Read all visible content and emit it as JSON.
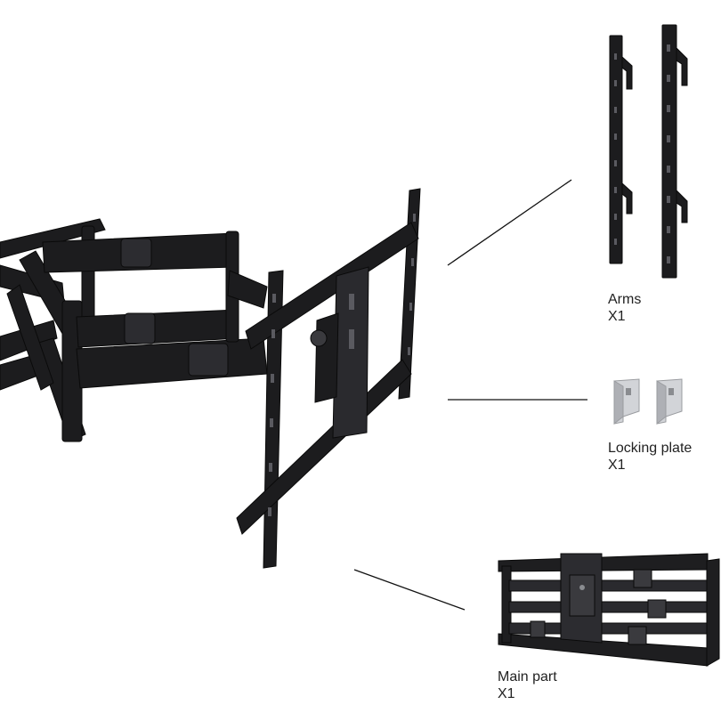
{
  "colors": {
    "background": "#ffffff",
    "metal": "#1c1c1e",
    "metal_light": "#3a3a3e",
    "leader_line": "#111111",
    "plate": "#c9cbcf",
    "label_text": "#222222"
  },
  "parts": [
    {
      "id": "arms",
      "name": "Arms",
      "quantity": "X1",
      "icon": "vertical-rail-icon"
    },
    {
      "id": "locking_plate",
      "name": "Locking plate",
      "quantity": "X1",
      "icon": "locking-plate-icon"
    },
    {
      "id": "main_part",
      "name": "Main part",
      "quantity": "X1",
      "icon": "mount-main-part-icon"
    }
  ]
}
